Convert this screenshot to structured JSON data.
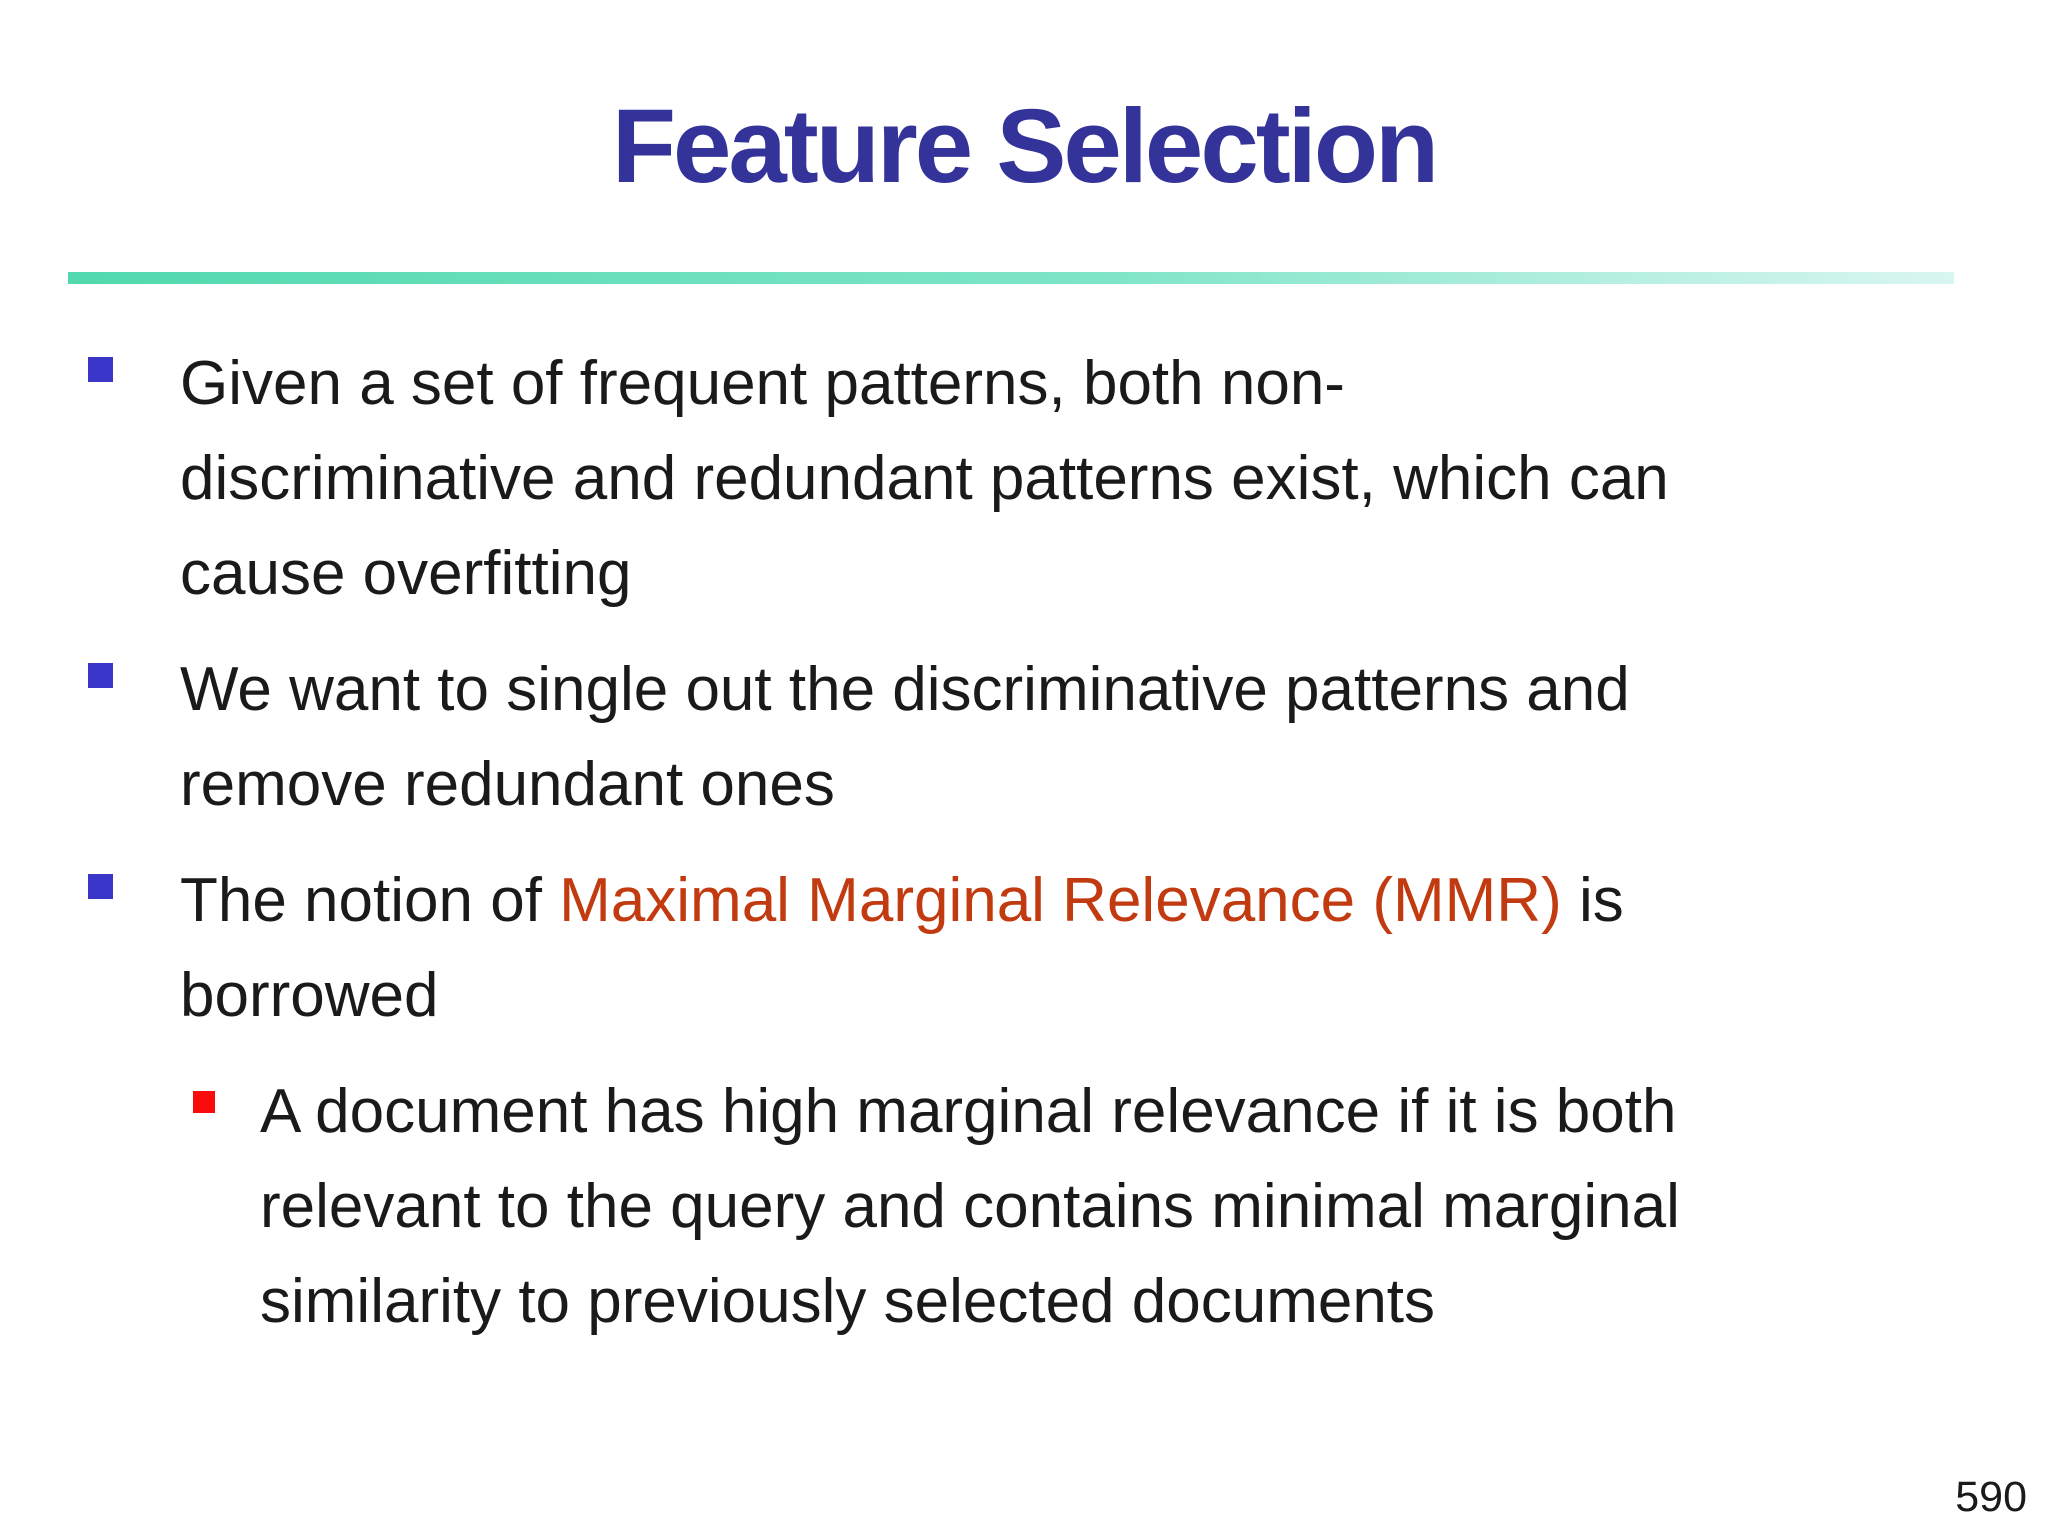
{
  "slide": {
    "title": "Feature Selection",
    "page_number": "590"
  },
  "colors": {
    "title_blue": "#333399",
    "bullet_blue": "#3A36C9",
    "bullet_red": "#FA0B0B",
    "highlight_orange": "#C23B10",
    "rule_gradient_left": "#52D9AE",
    "rule_gradient_right": "#D9F6F0",
    "body_text": "#1A1A1A",
    "background": "#FFFFFF"
  },
  "bullets": [
    {
      "level": 1,
      "lines": [
        "Given a set of frequent patterns, both non-",
        "discriminative and redundant patterns exist, which can",
        "cause overfitting"
      ]
    },
    {
      "level": 1,
      "lines": [
        "We want to single out the discriminative patterns and",
        "remove redundant ones"
      ]
    },
    {
      "level": 1,
      "line1": {
        "prefix": "The notion of ",
        "highlight": "Maximal Marginal Relevance (MMR)",
        "suffix": " is"
      },
      "lines": [
        "borrowed"
      ]
    },
    {
      "level": 2,
      "lines": [
        "A document has high marginal relevance if it is both",
        "relevant to the query and contains minimal marginal",
        "similarity to previously selected documents"
      ]
    }
  ]
}
